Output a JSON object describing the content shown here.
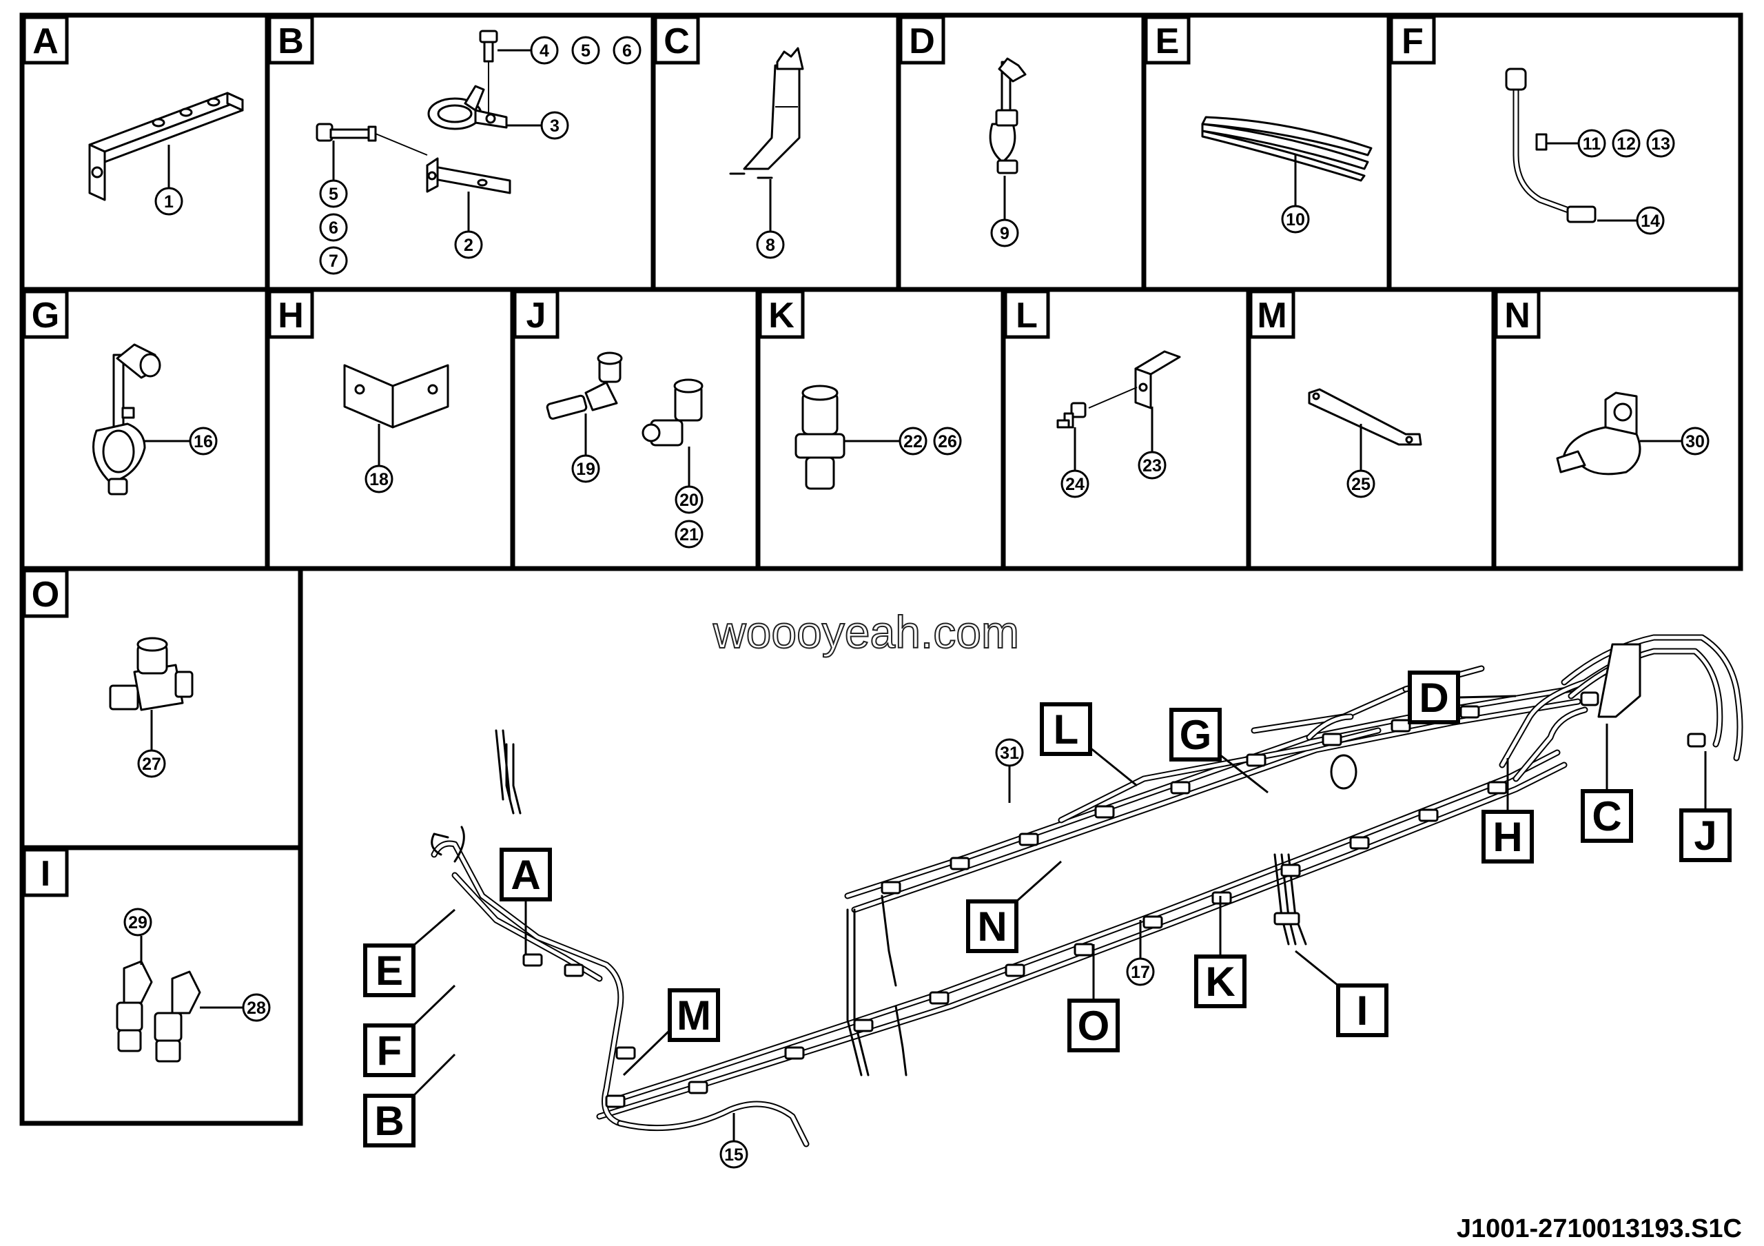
{
  "panels": [
    {
      "key": "A",
      "label": "A",
      "callouts": [
        "1"
      ]
    },
    {
      "key": "B",
      "label": "B",
      "callouts": [
        "2",
        "3",
        "4",
        "5",
        "6",
        "5",
        "6",
        "7"
      ]
    },
    {
      "key": "C",
      "label": "C",
      "callouts": [
        "8"
      ]
    },
    {
      "key": "D",
      "label": "D",
      "callouts": [
        "9"
      ]
    },
    {
      "key": "E",
      "label": "E",
      "callouts": [
        "10"
      ]
    },
    {
      "key": "F",
      "label": "F",
      "callouts": [
        "11",
        "12",
        "13",
        "14"
      ]
    },
    {
      "key": "G",
      "label": "G",
      "callouts": [
        "16"
      ]
    },
    {
      "key": "H",
      "label": "H",
      "callouts": [
        "18"
      ]
    },
    {
      "key": "J",
      "label": "J",
      "callouts": [
        "19",
        "20",
        "21"
      ]
    },
    {
      "key": "K",
      "label": "K",
      "callouts": [
        "22",
        "26"
      ]
    },
    {
      "key": "L",
      "label": "L",
      "callouts": [
        "23",
        "24"
      ]
    },
    {
      "key": "M",
      "label": "M",
      "callouts": [
        "25"
      ]
    },
    {
      "key": "N",
      "label": "N",
      "callouts": [
        "30"
      ]
    },
    {
      "key": "O",
      "label": "O",
      "callouts": [
        "27"
      ]
    },
    {
      "key": "I",
      "label": "I",
      "callouts": [
        "28",
        "29"
      ]
    }
  ],
  "assembly_callouts": [
    "15",
    "17",
    "31"
  ],
  "assembly_tags": [
    "A",
    "B",
    "C",
    "D",
    "E",
    "F",
    "G",
    "H",
    "I",
    "J",
    "K",
    "L",
    "M",
    "N",
    "O"
  ],
  "watermark": "woooyeah.com",
  "document_id": "J1001-2710013193.S1C"
}
